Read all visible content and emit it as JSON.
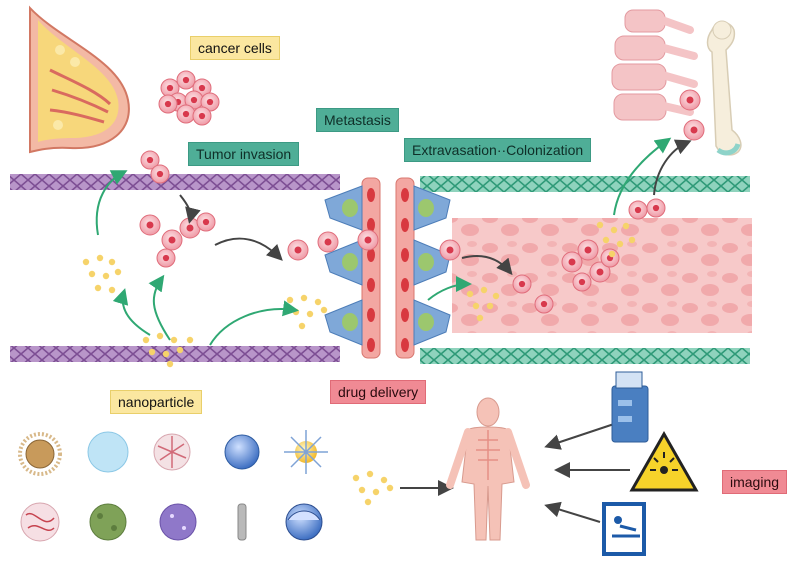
{
  "labels": {
    "cancer_cells": "cancer cells",
    "tumor_invasion": "Tumor invasion",
    "metastasis": "Metastasis",
    "extravasation": "Extravasation··Colonization",
    "nanoparticle": "nanoparticle",
    "drug_delivery": "drug delivery",
    "imaging": "imaging"
  },
  "colors": {
    "label_yellow": "#fbe7a0",
    "label_teal": "#4fae97",
    "label_red": "#f08a94",
    "vessel_purple": "#9b6cb0",
    "vessel_green": "#4fb596",
    "tissue_pink": "#f7c9c9",
    "cell_red": "#e9667a",
    "nanoparticle_yellow": "#f6d36a",
    "arrow_green": "#2fa873",
    "arrow_dark": "#444444"
  },
  "icons": {
    "breast": "breast-anatomy-icon",
    "spine": "spine-vertebrae-icon",
    "bone": "femur-bone-icon",
    "human": "human-body-icon",
    "scanner": "medical-scanner-icon",
    "laser": "laser-warning-icon",
    "mri": "mri-patient-icon"
  }
}
